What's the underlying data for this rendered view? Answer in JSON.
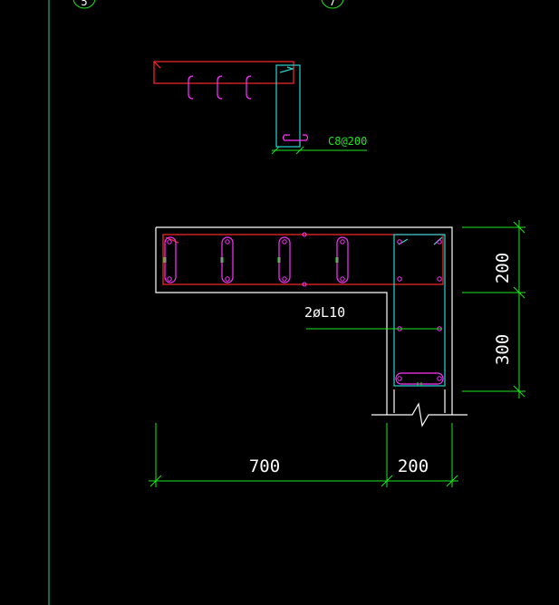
{
  "drawing": {
    "background": "#000000",
    "colors": {
      "outline": "#ffffff",
      "rebar_red": "#ff2a2a",
      "stirrup_magenta": "#ff33ff",
      "rebar_cyan": "#2ad4d4",
      "dimension_green": "#1ee61e",
      "grid_line": "#1a8a7a"
    },
    "grid_bubbles": [
      "5",
      "7"
    ],
    "stirrup_callout": "C8@200",
    "bar_callout": "2øL10",
    "dimensions": {
      "horizontal": [
        "700",
        "200"
      ],
      "vertical": [
        "200",
        "300"
      ]
    }
  }
}
